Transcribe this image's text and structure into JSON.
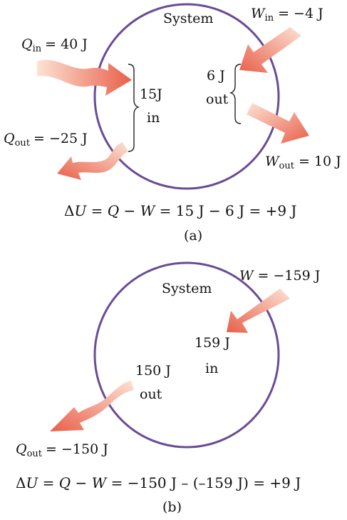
{
  "diagram_a": {
    "system_label": "System",
    "q_in": {
      "symbol": "Q",
      "subscript": "in",
      "value": "= 40 J"
    },
    "q_out": {
      "symbol": "Q",
      "subscript": "out",
      "value": "= −25 J"
    },
    "w_in": {
      "symbol": "W",
      "subscript": "in",
      "value": "= −4 J"
    },
    "w_out": {
      "symbol": "W",
      "subscript": "out",
      "value": "= 10 J"
    },
    "heat_net": {
      "amount": "15J",
      "direction": "in"
    },
    "work_net": {
      "amount": "6 J",
      "direction": "out"
    },
    "equation": "ΔU = Q − W = 15 J − 6 J = +9 J",
    "caption": "(a)"
  },
  "diagram_b": {
    "system_label": "System",
    "w": {
      "symbol": "W",
      "value": "= −159 J"
    },
    "q_out": {
      "symbol": "Q",
      "subscript": "out",
      "value": "= −150 J"
    },
    "work_net": {
      "amount": "159 J",
      "direction": "in"
    },
    "heat_net": {
      "amount": "150 J",
      "direction": "out"
    },
    "equation": "ΔU = Q − W =  −150 J – (–159 J) =  +9 J",
    "caption": "(b)"
  },
  "colors": {
    "circle": "#6a4c96",
    "arrow_dark": "#e8604a",
    "arrow_light": "#fbd3c0"
  }
}
